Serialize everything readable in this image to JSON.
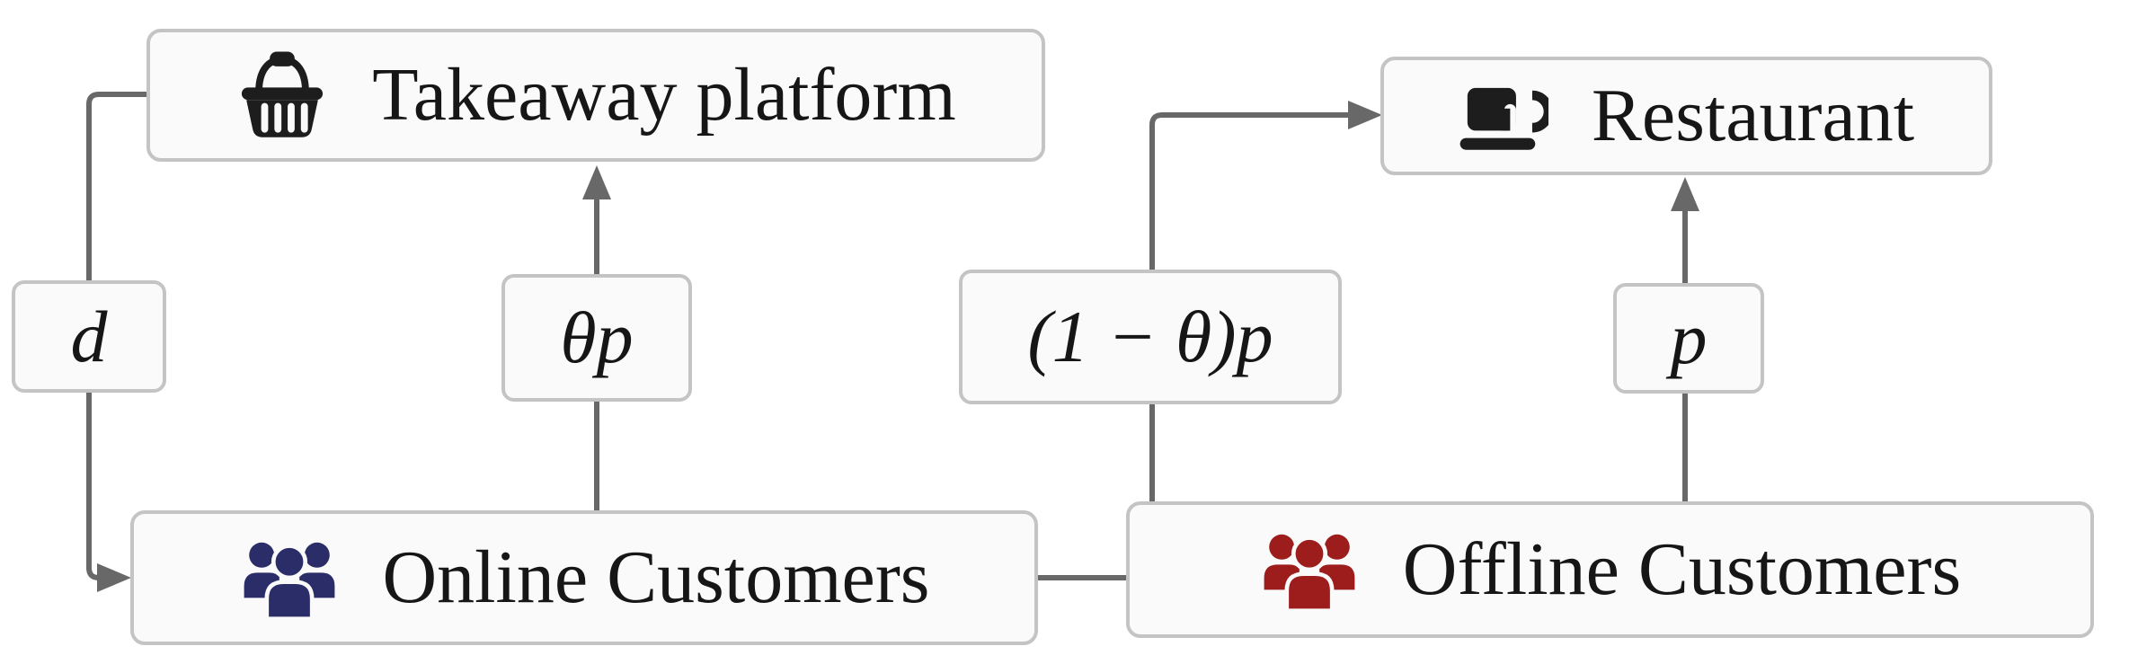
{
  "diagram": {
    "type": "flow-diagram",
    "nodes": {
      "takeaway": {
        "label": "Takeaway platform",
        "icon": "basket-icon",
        "icon_color": "#1d1d1d"
      },
      "restaurant": {
        "label": "Restaurant",
        "icon": "coffee-cup-icon",
        "icon_color": "#1d1d1d"
      },
      "online": {
        "label": "Online Customers",
        "icon": "users-icon",
        "icon_color": "#2b2d69"
      },
      "offline": {
        "label": "Offline Customers",
        "icon": "users-icon",
        "icon_color": "#9d1c1c"
      }
    },
    "edges": [
      {
        "from": "takeaway",
        "to": "online",
        "label": "d"
      },
      {
        "from": "online",
        "to": "takeaway",
        "label": "θp"
      },
      {
        "from": "online",
        "to": "restaurant",
        "label": "(1 − θ)p"
      },
      {
        "from": "offline",
        "to": "restaurant",
        "label": "p"
      }
    ],
    "colors": {
      "background": "#ffffff",
      "node_fill": "#fafafa",
      "node_border": "#c4c4c4",
      "connector": "#686868",
      "text": "#161616"
    }
  }
}
